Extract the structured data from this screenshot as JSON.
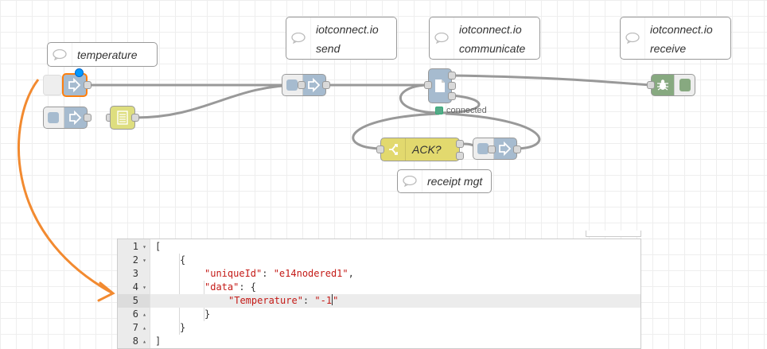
{
  "flow": {
    "comments": {
      "temperature": "temperature",
      "send": [
        "iotconnect.io",
        "send"
      ],
      "communicate": [
        "iotconnect.io",
        "communicate"
      ],
      "receive": [
        "iotconnect.io",
        "receive"
      ],
      "receipt": "receipt mgt"
    },
    "switch_label": "ACK?",
    "status_text": "connected",
    "colors": {
      "link_node": "#a6bbcf",
      "template_node": "#dede7f",
      "switch_node": "#e2d96e",
      "debug_node": "#87a980",
      "status_connected": "#5a8",
      "annotation_arrow": "#f28a30",
      "selected_node_border": "#ff7f0e",
      "selection_dot": "#0099ff"
    }
  },
  "editor": {
    "line_numbers": [
      "1",
      "2",
      "3",
      "4",
      "5",
      "6",
      "7",
      "8"
    ],
    "active_line": "5",
    "code": {
      "l1": "[",
      "l2": "{",
      "l3_key": "\"uniqueId\"",
      "l3_sep": ": ",
      "l3_val": "\"e14nodered1\"",
      "l3_end": ",",
      "l4_key": "\"data\"",
      "l4_sep": ": {",
      "l5_key": "\"Temperature\"",
      "l5_sep": ": ",
      "l5_val_open": "\"-1",
      "l5_val_close": "\"",
      "l6": "}",
      "l7": "}",
      "l8": "]"
    }
  }
}
